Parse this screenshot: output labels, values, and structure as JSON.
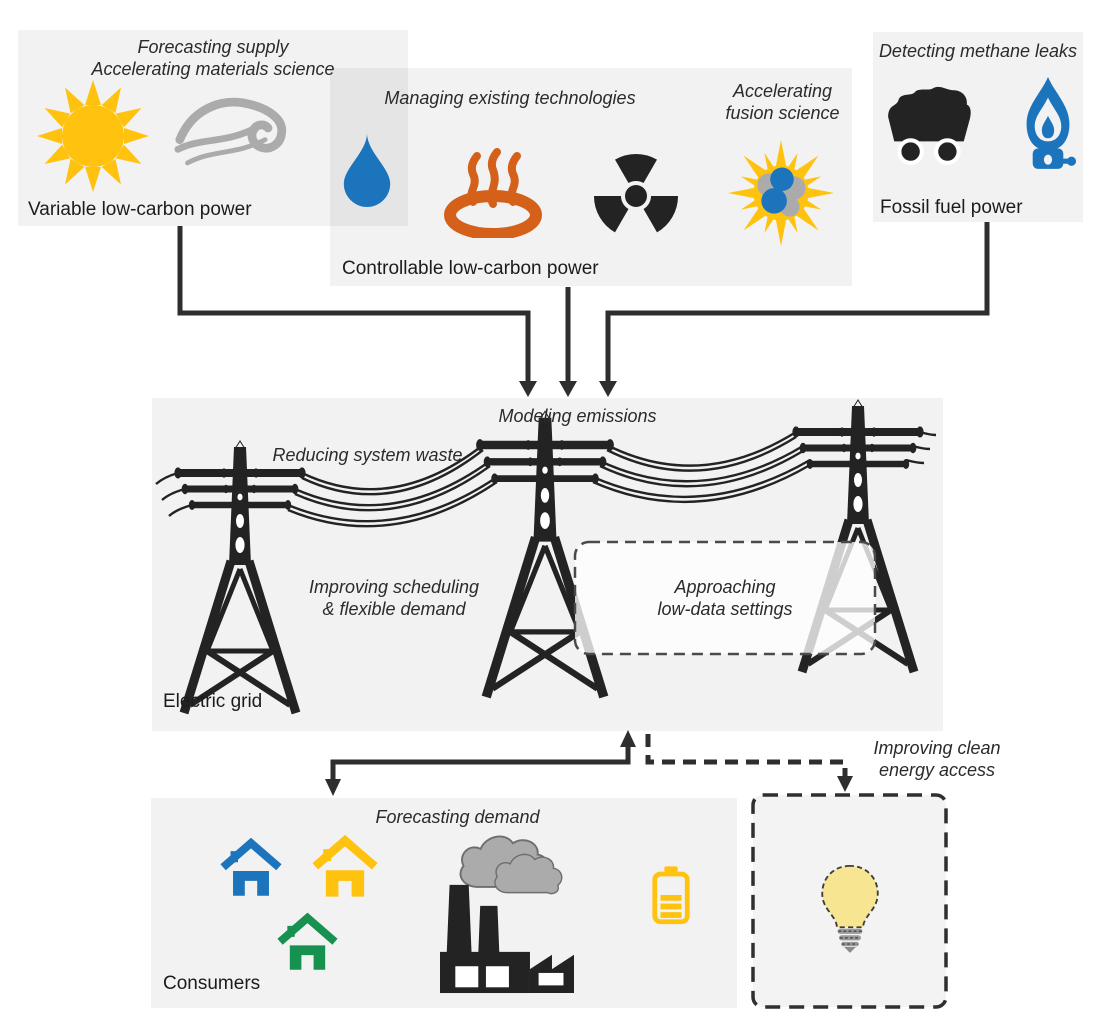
{
  "diagram": {
    "sources": {
      "variable": {
        "annotation_line1": "Forecasting supply",
        "annotation_line2": "Accelerating materials science",
        "label": "Variable low-carbon power",
        "icons": [
          "sun-icon",
          "wind-swirl-icon"
        ]
      },
      "controllable": {
        "annotation": "Managing existing technologies",
        "fusion_line1": "Accelerating",
        "fusion_line2": "fusion science",
        "label": "Controllable low-carbon power",
        "icons": [
          "water-drop-icon",
          "geothermal-hot-spring-icon",
          "radiation-icon",
          "fusion-sun-icon"
        ]
      },
      "fossil": {
        "annotation": "Detecting methane leaks",
        "label": "Fossil fuel power",
        "icons": [
          "coal-cart-icon",
          "gas-flame-icon"
        ]
      }
    },
    "grid": {
      "label": "Electric grid",
      "modeling": "Modeling emissions",
      "waste": "Reducing system waste",
      "scheduling_line1": "Improving scheduling",
      "scheduling_line2": "& flexible demand",
      "lowdata_line1": "Approaching",
      "lowdata_line2": "low-data settings",
      "icons": [
        "transmission-tower-icon",
        "power-lines-icon"
      ]
    },
    "consumers": {
      "label": "Consumers",
      "annotation": "Forecasting demand",
      "icons": [
        "house-blue-icon",
        "house-yellow-icon",
        "house-green-icon",
        "factory-icon",
        "smoke-clouds-icon",
        "battery-icon"
      ]
    },
    "clean_energy": {
      "annotation_line1": "Improving clean",
      "annotation_line2": "energy access",
      "icons": [
        "lightbulb-icon"
      ]
    }
  },
  "colors": {
    "yellow": "#FFC20E",
    "blue": "#1C75BC",
    "orange": "#D4601A",
    "green": "#169150",
    "gray": "#ABABAB",
    "dark": "#232323",
    "arrow": "#2e2e2e",
    "bulb": "#F8E592",
    "panel": "#f2f2f2"
  }
}
